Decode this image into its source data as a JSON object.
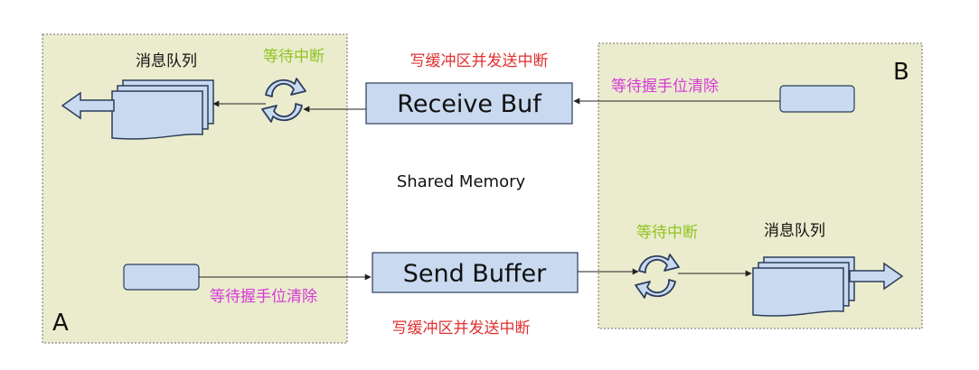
{
  "panels": {
    "a": {
      "label": "A",
      "queue_label": "消息队列",
      "wait_label": "等待中断",
      "clear_label": "等待握手位清除"
    },
    "b": {
      "label": "B",
      "queue_label": "消息队列",
      "wait_label": "等待中断",
      "clear_label": "等待握手位清除"
    }
  },
  "buffers": {
    "receive": {
      "label": "Receive Buf",
      "note": "写缓冲区并发送中断"
    },
    "send": {
      "label": "Send Buffer",
      "note": "写缓冲区并发送中断"
    }
  },
  "shared_memory_label": "Shared Memory",
  "colors": {
    "panel_fill": "#eaeccd",
    "panel_border": "#6e6e6e",
    "box_fill": "#c9d9ef",
    "box_border": "#2b3d5c",
    "red_text": "#e03030",
    "magenta_text": "#d63ad6",
    "green_text": "#8fc31f",
    "cycle_icon_fill": "#c9d9ef"
  }
}
